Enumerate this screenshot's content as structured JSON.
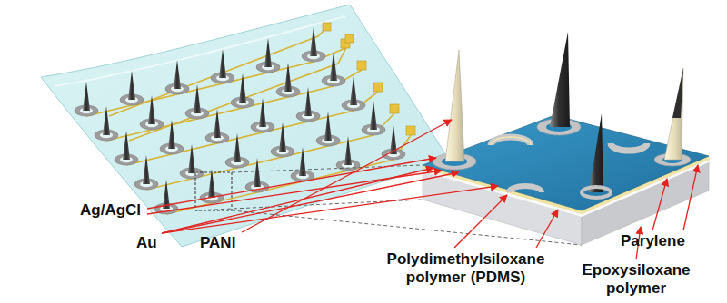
{
  "diagram": {
    "labels": [
      "Ag/AgCl",
      "Au",
      "PANI",
      "Polydimethylsiloxane polymer (PDMS)",
      "Parylene",
      "Epoxysiloxane polymer"
    ]
  }
}
